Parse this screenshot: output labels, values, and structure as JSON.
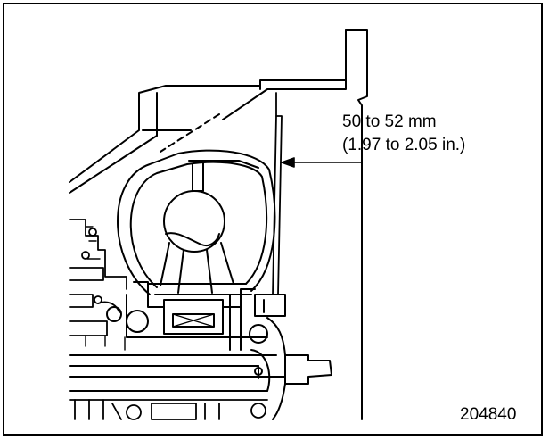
{
  "dimension": {
    "metric": "50 to 52 mm",
    "imperial": "(1.97 to 2.05 in.)"
  },
  "figure_number": "204840",
  "colors": {
    "line": "#000000",
    "background": "#ffffff"
  }
}
